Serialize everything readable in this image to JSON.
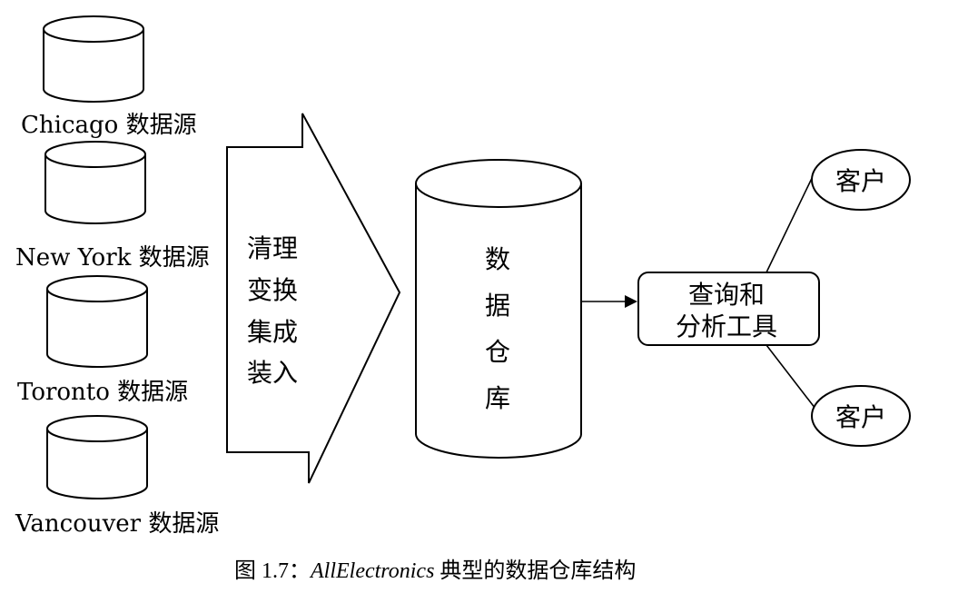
{
  "sources": [
    {
      "label": "Chicago 数据源"
    },
    {
      "label": "New York 数据源"
    },
    {
      "label": "Toronto 数据源"
    },
    {
      "label": "Vancouver 数据源"
    }
  ],
  "process": {
    "line1": "清理",
    "line2": "变换",
    "line3": "集成",
    "line4": "装入"
  },
  "warehouse": {
    "c1": "数",
    "c2": "据",
    "c3": "仓",
    "c4": "库"
  },
  "tools": {
    "line1": "查询和",
    "line2": "分析工具"
  },
  "clients": [
    {
      "label": "客户"
    },
    {
      "label": "客户"
    }
  ],
  "caption": {
    "prefix": "图 1.7：",
    "italic": "AllElectronics",
    "suffix": " 典型的数据仓库结构"
  }
}
